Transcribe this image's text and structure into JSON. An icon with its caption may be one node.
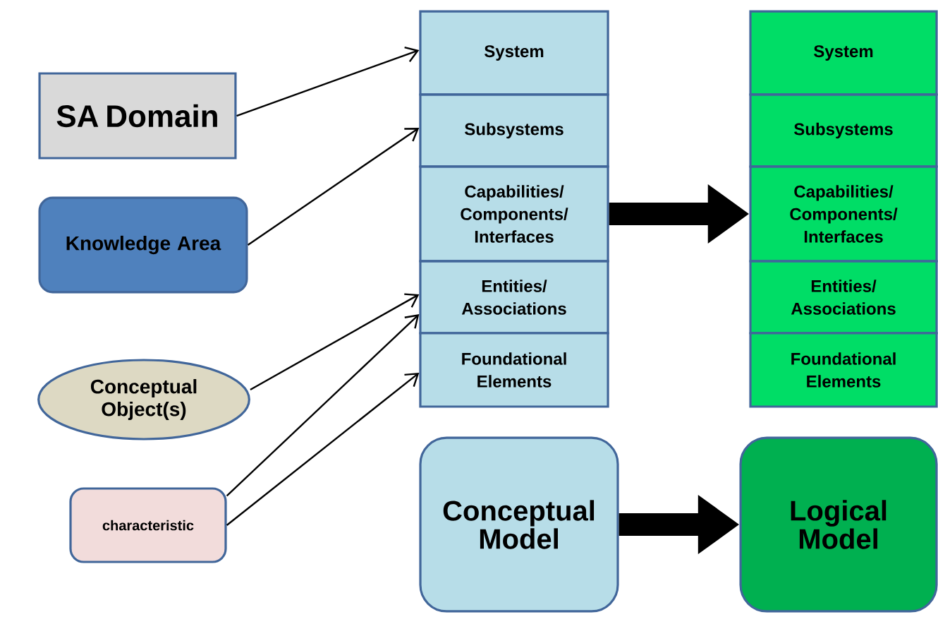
{
  "diagram": {
    "nodes": [
      {
        "text": [
          "SA Domain"
        ]
      },
      {
        "text": [
          "Knowledge Area"
        ]
      },
      {
        "text": [
          "Conceptual Object(s)"
        ]
      },
      {
        "text": [
          "characteristic"
        ]
      },
      {
        "text": [
          "System"
        ]
      },
      {
        "text": [
          "Subsystems"
        ]
      },
      {
        "text": [
          "Capabilities/ Components/ Interfaces"
        ]
      },
      {
        "text": [
          "Entities/ Associations"
        ]
      },
      {
        "text": [
          "Foundational Elements"
        ]
      },
      {
        "text": [
          "System"
        ]
      },
      {
        "text": [
          "Subsystems"
        ]
      },
      {
        "text": [
          "Capabilities/ Components/ Interfaces"
        ]
      },
      {
        "text": [
          "Entities/ Associations"
        ]
      },
      {
        "text": [
          "Foundational Elements"
        ]
      },
      {
        "text": [
          "Conceptual Model"
        ]
      },
      {
        "text": [
          "Logical Model"
        ]
      }
    ],
    "edges": [
      {
        "from": 0,
        "to": 4,
        "arrow": "to"
      },
      {
        "from": 1,
        "to": 5,
        "arrow": "to"
      },
      {
        "from": 2,
        "to": 7,
        "arrow": "to"
      },
      {
        "from": 3,
        "to": 7,
        "arrow": "to"
      },
      {
        "from": 3,
        "to": 8,
        "arrow": "to"
      },
      {
        "from": 6,
        "to": 11,
        "arrow": "to",
        "style": "thick"
      },
      {
        "from": 14,
        "to": 15,
        "arrow": "to",
        "style": "thick"
      }
    ]
  }
}
